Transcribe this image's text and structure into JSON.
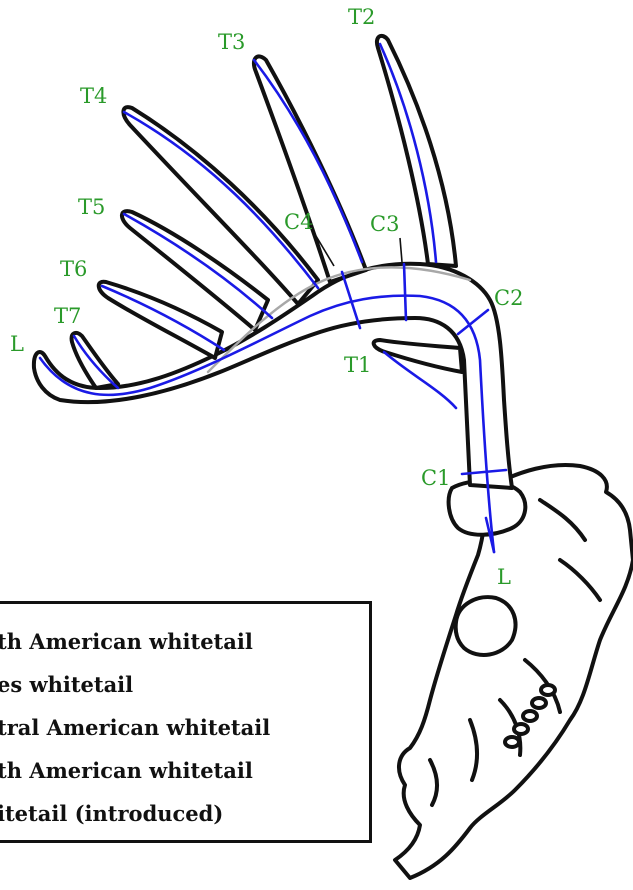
{
  "labels": {
    "t1": "T1",
    "t2": "T2",
    "t3": "T3",
    "t4": "T4",
    "t5": "T5",
    "t6": "T6",
    "t7": "T7",
    "c1": "C1",
    "c2": "C2",
    "c3": "C3",
    "c4": "C4",
    "l_beam": "L",
    "l_base": "L"
  },
  "legend": {
    "items": [
      "th American whitetail",
      "es whitetail",
      "tral American whitetail",
      "th American whitetail",
      "itetail (introduced)"
    ]
  },
  "colors": {
    "measure_line": "#1a1ae6",
    "label": "#2a9a2a",
    "outline": "#111111",
    "spread_line": "#a8a8a8"
  }
}
